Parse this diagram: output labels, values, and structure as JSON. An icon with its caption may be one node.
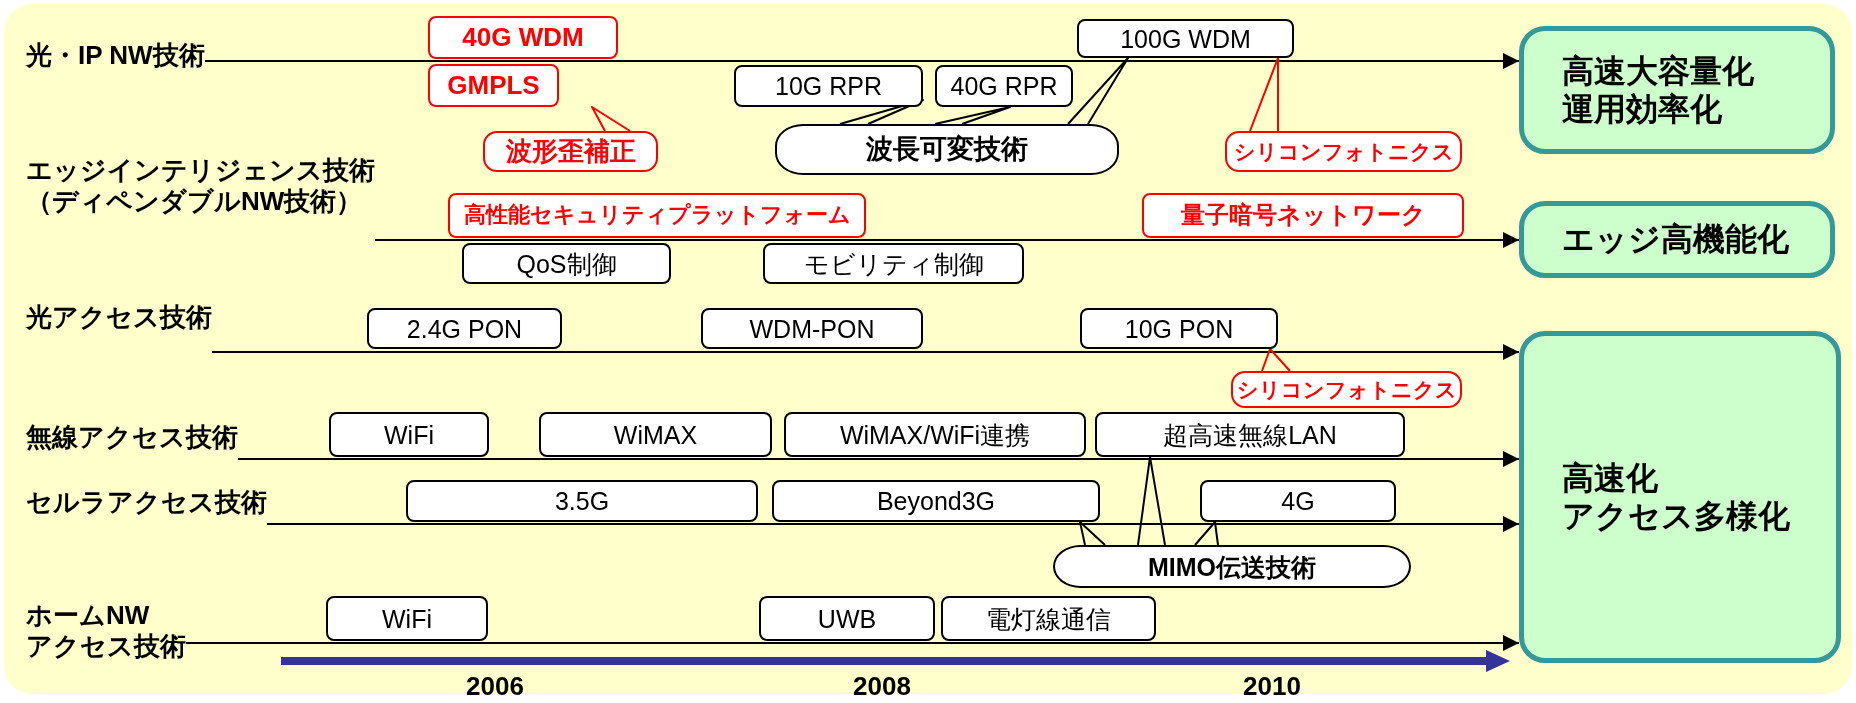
{
  "diagram": {
    "nodes": [
      {
        "text": [
          "光・IP NW技術"
        ]
      },
      {
        "text": [
          "40G WDM"
        ]
      },
      {
        "text": [
          "GMPLS"
        ]
      },
      {
        "text": [
          "100G WDM"
        ]
      },
      {
        "text": [
          "10G RPR"
        ]
      },
      {
        "text": [
          "40G RPR"
        ]
      },
      {
        "text": [
          "波形歪補正"
        ]
      },
      {
        "text": [
          "波長可変技術"
        ]
      },
      {
        "text": [
          "シリコンフォトニクス"
        ]
      },
      {
        "text": [
          "高速大容量化",
          "運用効率化"
        ]
      },
      {
        "text": [
          "エッジインテリジェンス技術",
          "（ディペンダブルNW技術）"
        ]
      },
      {
        "text": [
          "高性能セキュリティプラットフォーム"
        ]
      },
      {
        "text": [
          "量子暗号ネットワーク"
        ]
      },
      {
        "text": [
          "QoS制御"
        ]
      },
      {
        "text": [
          "モビリティ制御"
        ]
      },
      {
        "text": [
          "エッジ高機能化"
        ]
      },
      {
        "text": [
          "光アクセス技術"
        ]
      },
      {
        "text": [
          "2.4G PON"
        ]
      },
      {
        "text": [
          "WDM-PON"
        ]
      },
      {
        "text": [
          "10G PON"
        ]
      },
      {
        "text": [
          "シリコンフォトニクス"
        ]
      },
      {
        "text": [
          "無線アクセス技術"
        ]
      },
      {
        "text": [
          "WiFi"
        ]
      },
      {
        "text": [
          "WiMAX"
        ]
      },
      {
        "text": [
          "WiMAX/WiFi連携"
        ]
      },
      {
        "text": [
          "超高速無線LAN"
        ]
      },
      {
        "text": [
          "セルラアクセス技術"
        ]
      },
      {
        "text": [
          "3.5G"
        ]
      },
      {
        "text": [
          "Beyond3G"
        ]
      },
      {
        "text": [
          "4G"
        ]
      },
      {
        "text": [
          "MIMO伝送技術"
        ]
      },
      {
        "text": [
          "高速化",
          "アクセス多様化"
        ]
      },
      {
        "text": [
          "ホームNW",
          "アクセス技術"
        ]
      },
      {
        "text": [
          "WiFi"
        ]
      },
      {
        "text": [
          "UWB"
        ]
      },
      {
        "text": [
          "電灯線通信"
        ]
      }
    ],
    "edges": [
      {
        "from": 0,
        "to": 9,
        "arrow": "to"
      },
      {
        "from": 10,
        "to": 15,
        "arrow": "to"
      },
      {
        "from": 16,
        "to": 31,
        "arrow": "to"
      },
      {
        "from": 21,
        "to": 31,
        "arrow": "to"
      },
      {
        "from": 26,
        "to": 31,
        "arrow": "to"
      },
      {
        "from": 32,
        "to": 31,
        "arrow": "to"
      },
      {
        "from": 6,
        "to": 1,
        "arrow": "none",
        "color": "#ff0000"
      },
      {
        "from": 7,
        "to": 4,
        "arrow": "none"
      },
      {
        "from": 7,
        "to": 5,
        "arrow": "none"
      },
      {
        "from": 7,
        "to": 3,
        "arrow": "none"
      },
      {
        "from": 8,
        "to": 3,
        "arrow": "none",
        "color": "#ff0000"
      },
      {
        "from": 20,
        "to": 19,
        "arrow": "none",
        "color": "#ff0000"
      },
      {
        "from": 30,
        "to": 25,
        "arrow": "none"
      },
      {
        "from": 30,
        "to": 28,
        "arrow": "none"
      },
      {
        "from": 30,
        "to": 29,
        "arrow": "none"
      }
    ],
    "labels": [
      "2006",
      "2008",
      "2010"
    ]
  }
}
